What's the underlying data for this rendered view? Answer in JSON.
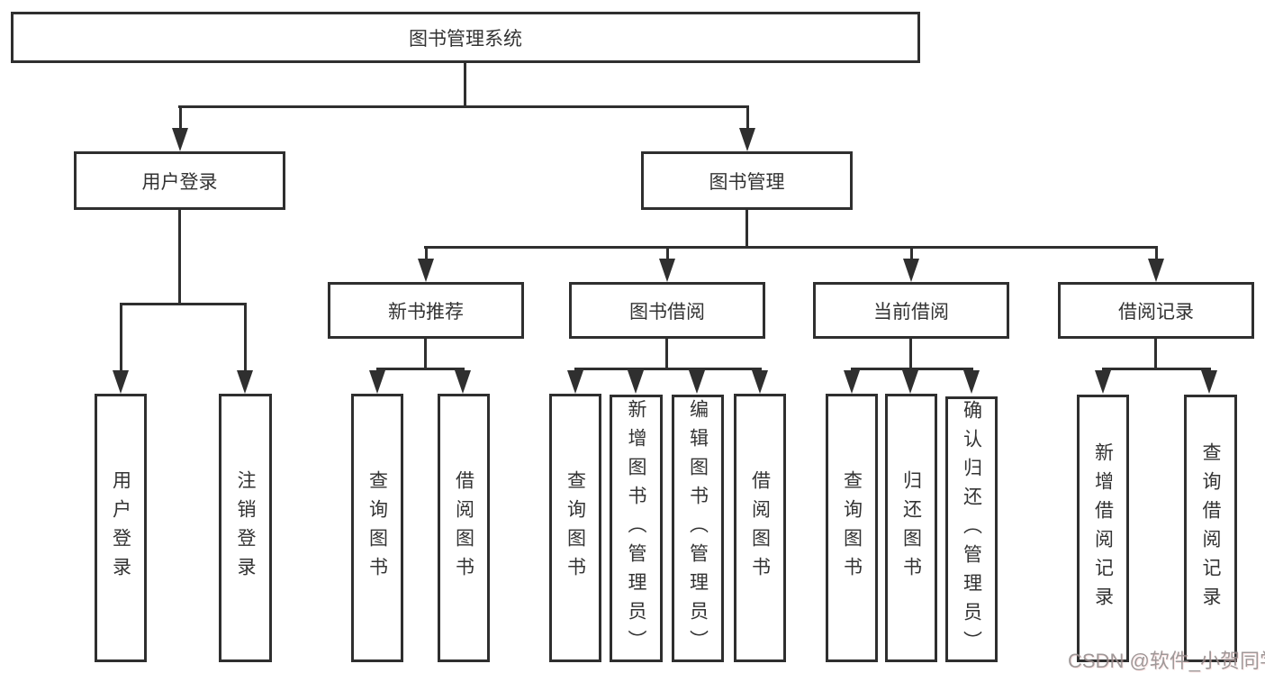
{
  "diagram": {
    "root": {
      "label": "图书管理系统"
    },
    "branches": [
      {
        "label": "用户登录",
        "children": [
          "用户登录",
          "注销登录"
        ]
      },
      {
        "label": "图书管理",
        "children": [
          {
            "label": "新书推荐",
            "children": [
              "查询图书",
              "借阅图书"
            ]
          },
          {
            "label": "图书借阅",
            "children": [
              "查询图书",
              "新增图书（管理员）",
              "编辑图书（管理员）",
              "借阅图书"
            ]
          },
          {
            "label": "当前借阅",
            "children": [
              "查询图书",
              "归还图书",
              "确认归还（管理员）"
            ]
          },
          {
            "label": "借阅记录",
            "children": [
              "新增借阅记录",
              "查询借阅记录"
            ]
          }
        ]
      }
    ]
  },
  "watermark": {
    "text": "CSDN @软件_小贺同学"
  },
  "colors": {
    "line": "#2f2f2f",
    "text": "#333333",
    "watermark": "#8e8888",
    "background": "#ffffff"
  }
}
